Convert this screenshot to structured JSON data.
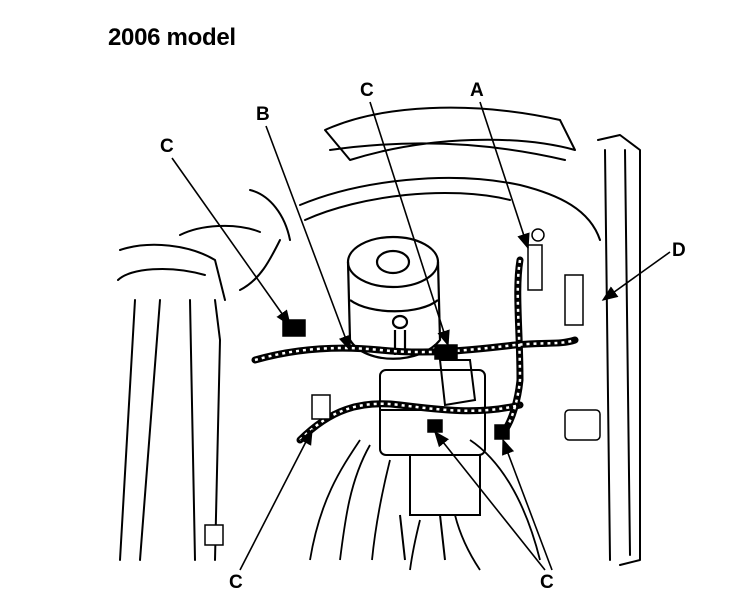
{
  "title": "2006 model",
  "callouts": {
    "a": "A",
    "b": "B",
    "c_top": "C",
    "c_left": "C",
    "c_bottom_left": "C",
    "c_bottom_right": "C",
    "d": "D"
  }
}
